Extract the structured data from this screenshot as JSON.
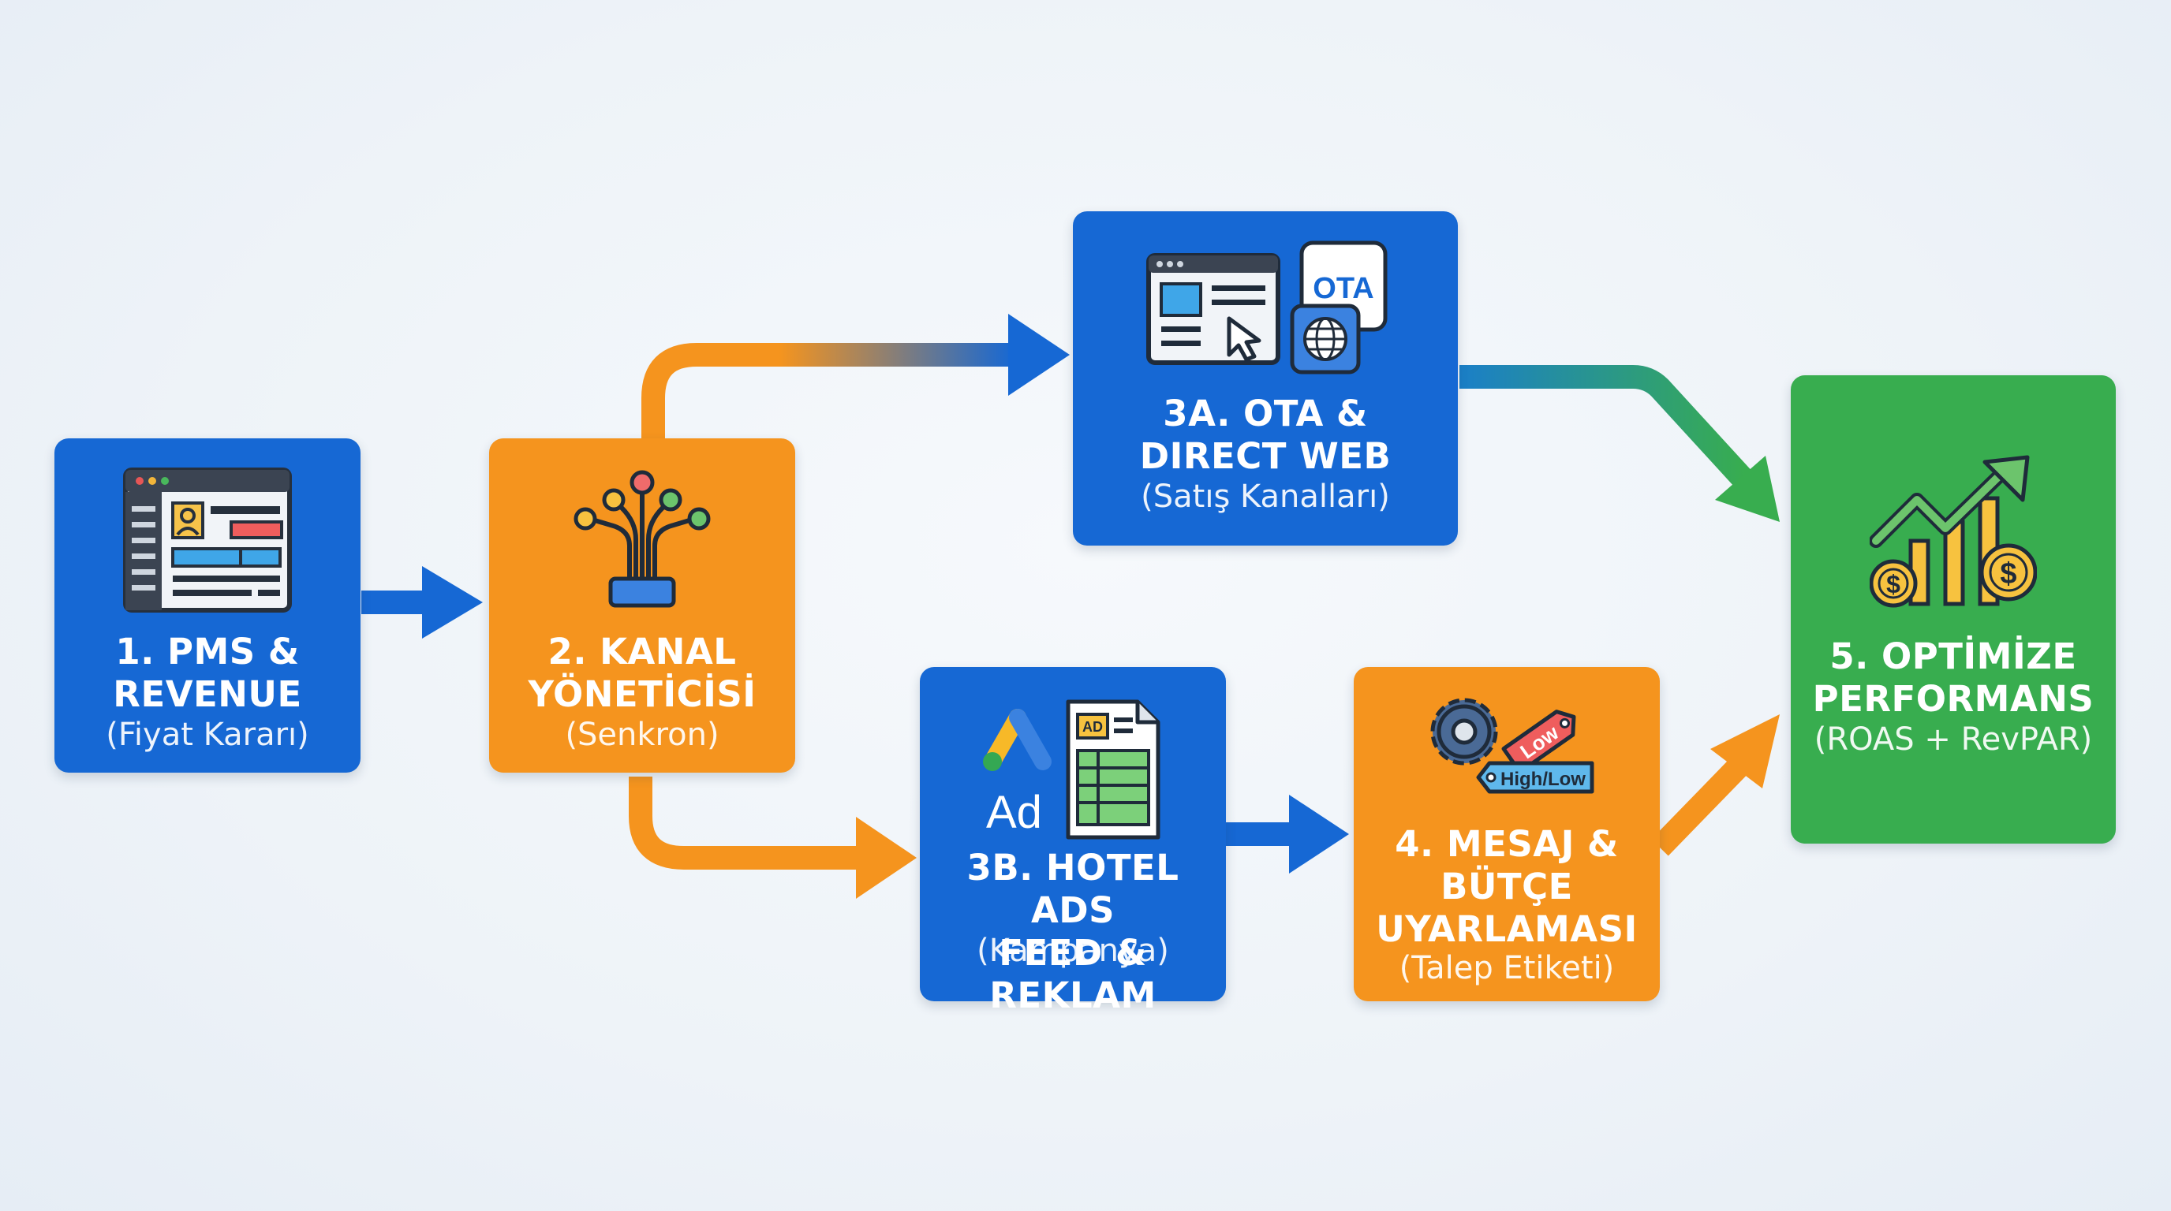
{
  "steps": {
    "pms": {
      "title_line1": "1. PMS &",
      "title_line2": "REVENUE",
      "subtitle": "(Fiyat Kararı)",
      "color": "#1668d4"
    },
    "channel": {
      "title_line1": "2. KANAL",
      "title_line2": "YÖNETİCİSİ",
      "subtitle": "(Senkron)",
      "color": "#f5941e"
    },
    "ota": {
      "title_line1": "3A. OTA &",
      "title_line2": "DIRECT WEB",
      "subtitle": "(Satış Kanalları)",
      "color": "#1668d4",
      "icon_label": "OTA"
    },
    "ads": {
      "title_line1": "3B. HOTEL ADS",
      "title_line2": "FEED & REKLAM",
      "subtitle": "(Kampanya)",
      "color": "#1668d4",
      "icon_label": "Ad",
      "doc_label": "AD"
    },
    "message": {
      "title_line1": "4. MESAJ &",
      "title_line2": "BÜTÇE",
      "title_line3": "UYARLAMASI",
      "subtitle": "(Talep Etiketi)",
      "color": "#f5941e",
      "tag_low": "Low",
      "tag_highlow": "High/Low"
    },
    "optimize": {
      "title_line1": "5. OPTİMİZE",
      "title_line2": "PERFORMANS",
      "subtitle": "(ROAS + RevPAR)",
      "color": "#38ad4f",
      "coin_symbol": "$"
    }
  },
  "icons": {
    "pms": "dashboard-window-icon",
    "channel": "network-hub-icon",
    "ota": "web-browser-icon",
    "ads": "google-ads-icon",
    "message": "gear-price-tag-icon",
    "optimize": "growth-chart-coins-icon"
  },
  "colors": {
    "blue": "#1668d4",
    "orange": "#f5941e",
    "green": "#38ad4f",
    "background": "#eef3f8"
  }
}
